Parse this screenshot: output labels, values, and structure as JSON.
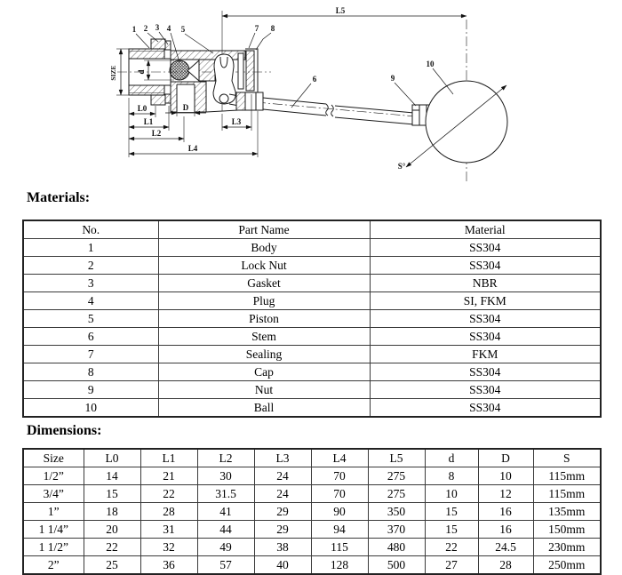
{
  "drawing": {
    "labels": {
      "p1": "1",
      "p2": "2",
      "p3": "3",
      "p4": "4",
      "p5": "5",
      "p6": "6",
      "p7": "7",
      "p8": "8",
      "p9": "9",
      "p10": "10",
      "l0": "L0",
      "l1": "L1",
      "l2": "L2",
      "l3": "L3",
      "l4": "L4",
      "l5": "L5",
      "size": "SIZE",
      "d_small": "d",
      "d_large": "D",
      "s": "S°"
    }
  },
  "materials": {
    "heading": "Materials:",
    "columns": [
      "No.",
      "Part Name",
      "Material"
    ],
    "rows": [
      [
        "1",
        "Body",
        "SS304"
      ],
      [
        "2",
        "Lock Nut",
        "SS304"
      ],
      [
        "3",
        "Gasket",
        "NBR"
      ],
      [
        "4",
        "Plug",
        "SI, FKM"
      ],
      [
        "5",
        "Piston",
        "SS304"
      ],
      [
        "6",
        "Stem",
        "SS304"
      ],
      [
        "7",
        "Sealing",
        "FKM"
      ],
      [
        "8",
        "Cap",
        "SS304"
      ],
      [
        "9",
        "Nut",
        "SS304"
      ],
      [
        "10",
        "Ball",
        "SS304"
      ]
    ]
  },
  "dimensions": {
    "heading": "Dimensions:",
    "columns": [
      "Size",
      "L0",
      "L1",
      "L2",
      "L3",
      "L4",
      "L5",
      "d",
      "D",
      "S"
    ],
    "rows": [
      [
        "1/2”",
        "14",
        "21",
        "30",
        "24",
        "70",
        "275",
        "8",
        "10",
        "115mm"
      ],
      [
        "3/4”",
        "15",
        "22",
        "31.5",
        "24",
        "70",
        "275",
        "10",
        "12",
        "115mm"
      ],
      [
        "1”",
        "18",
        "28",
        "41",
        "29",
        "90",
        "350",
        "15",
        "16",
        "135mm"
      ],
      [
        "1 1/4”",
        "20",
        "31",
        "44",
        "29",
        "94",
        "370",
        "15",
        "16",
        "150mm"
      ],
      [
        "1 1/2”",
        "22",
        "32",
        "49",
        "38",
        "115",
        "480",
        "22",
        "24.5",
        "230mm"
      ],
      [
        "2”",
        "25",
        "36",
        "57",
        "40",
        "128",
        "500",
        "27",
        "28",
        "250mm"
      ]
    ]
  }
}
